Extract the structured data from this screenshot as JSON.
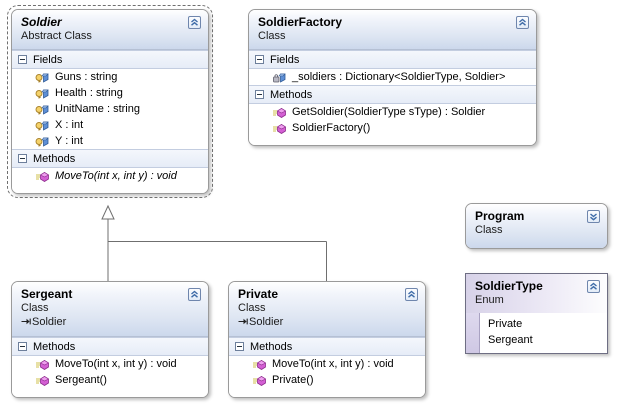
{
  "diagram": {
    "title": "UML Class Diagram",
    "canvas_background": "#ffffff",
    "connector_color": "#6f6f6f"
  },
  "shapes": {
    "soldier": {
      "name": "Soldier",
      "stereotype": "Abstract Class",
      "chevron": "collapse-double-chevron-up",
      "selected": true,
      "sections": [
        {
          "label": "Fields",
          "members": [
            {
              "icon": "protected-field-icon",
              "text": "Guns : string"
            },
            {
              "icon": "protected-field-icon",
              "text": "Health : string"
            },
            {
              "icon": "protected-field-icon",
              "text": "UnitName : string"
            },
            {
              "icon": "protected-field-icon",
              "text": "X : int"
            },
            {
              "icon": "protected-field-icon",
              "text": "Y : int"
            }
          ]
        },
        {
          "label": "Methods",
          "members": [
            {
              "icon": "protected-method-icon",
              "text": "MoveTo(int x, int y) : void",
              "italic": true
            }
          ]
        }
      ]
    },
    "soldier_factory": {
      "name": "SoldierFactory",
      "stereotype": "Class",
      "chevron": "collapse-double-chevron-up",
      "sections": [
        {
          "label": "Fields",
          "members": [
            {
              "icon": "private-field-icon",
              "text": "_soldiers : Dictionary<SoldierType, Soldier>"
            }
          ]
        },
        {
          "label": "Methods",
          "members": [
            {
              "icon": "protected-method-icon",
              "text": "GetSoldier(SoldierType sType) : Soldier"
            },
            {
              "icon": "protected-method-icon",
              "text": "SoldierFactory()"
            }
          ]
        }
      ]
    },
    "sergeant": {
      "name": "Sergeant",
      "stereotype": "Class",
      "base": "Soldier",
      "chevron": "collapse-double-chevron-up",
      "sections": [
        {
          "label": "Methods",
          "members": [
            {
              "icon": "protected-method-icon",
              "text": "MoveTo(int x, int y) : void"
            },
            {
              "icon": "protected-method-icon",
              "text": "Sergeant()"
            }
          ]
        }
      ]
    },
    "private": {
      "name": "Private",
      "stereotype": "Class",
      "base": "Soldier",
      "chevron": "collapse-double-chevron-up",
      "sections": [
        {
          "label": "Methods",
          "members": [
            {
              "icon": "protected-method-icon",
              "text": "MoveTo(int x, int y) : void"
            },
            {
              "icon": "protected-method-icon",
              "text": "Private()"
            }
          ]
        }
      ]
    },
    "program": {
      "name": "Program",
      "stereotype": "Class",
      "chevron": "expand-double-chevron-down"
    },
    "soldier_type": {
      "name": "SoldierType",
      "stereotype": "Enum",
      "chevron": "collapse-double-chevron-up",
      "values": [
        "Private",
        "Sergeant"
      ]
    }
  },
  "relationships": [
    {
      "type": "inheritance",
      "from": "Sergeant",
      "to": "Soldier"
    },
    {
      "type": "inheritance",
      "from": "Private",
      "to": "Soldier"
    }
  ]
}
